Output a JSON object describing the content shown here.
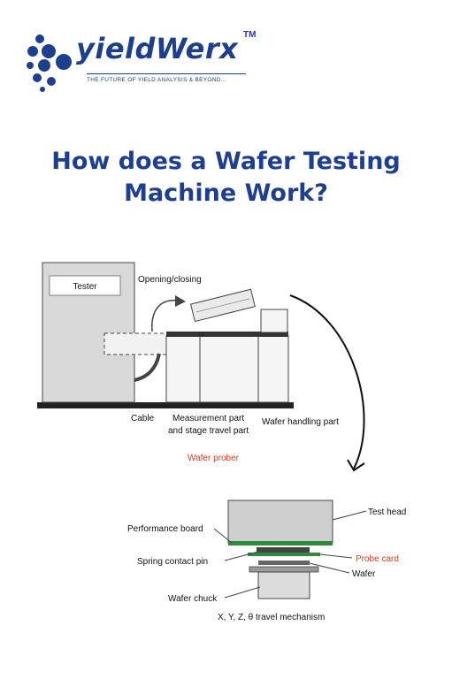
{
  "brand": {
    "name": "yieldWerx",
    "trademark": "TM",
    "tagline": "THE FUTURE OF YIELD ANALYSIS & BEYOND...",
    "color": "#1e3f8f"
  },
  "title": {
    "line1": "How does a Wafer Testing",
    "line2": "Machine Work?"
  },
  "prober_diagram": {
    "tester": "Tester",
    "opening_closing": "Opening/closing",
    "cable": "Cable",
    "measurement_part_line1": "Measurement part",
    "measurement_part_line2": "and stage travel part",
    "wafer_handling": "Wafer handling part",
    "caption": "Wafer prober",
    "caption_color": "#e03a1e"
  },
  "probe_diagram": {
    "test_head": "Test head",
    "performance_board": "Performance board",
    "probe_card": "Probe card",
    "spring_contact_pin": "Spring contact pin",
    "wafer": "Wafer",
    "wafer_chuck": "Wafer chuck",
    "travel_mechanism": "X, Y, Z, θ travel mechanism"
  }
}
